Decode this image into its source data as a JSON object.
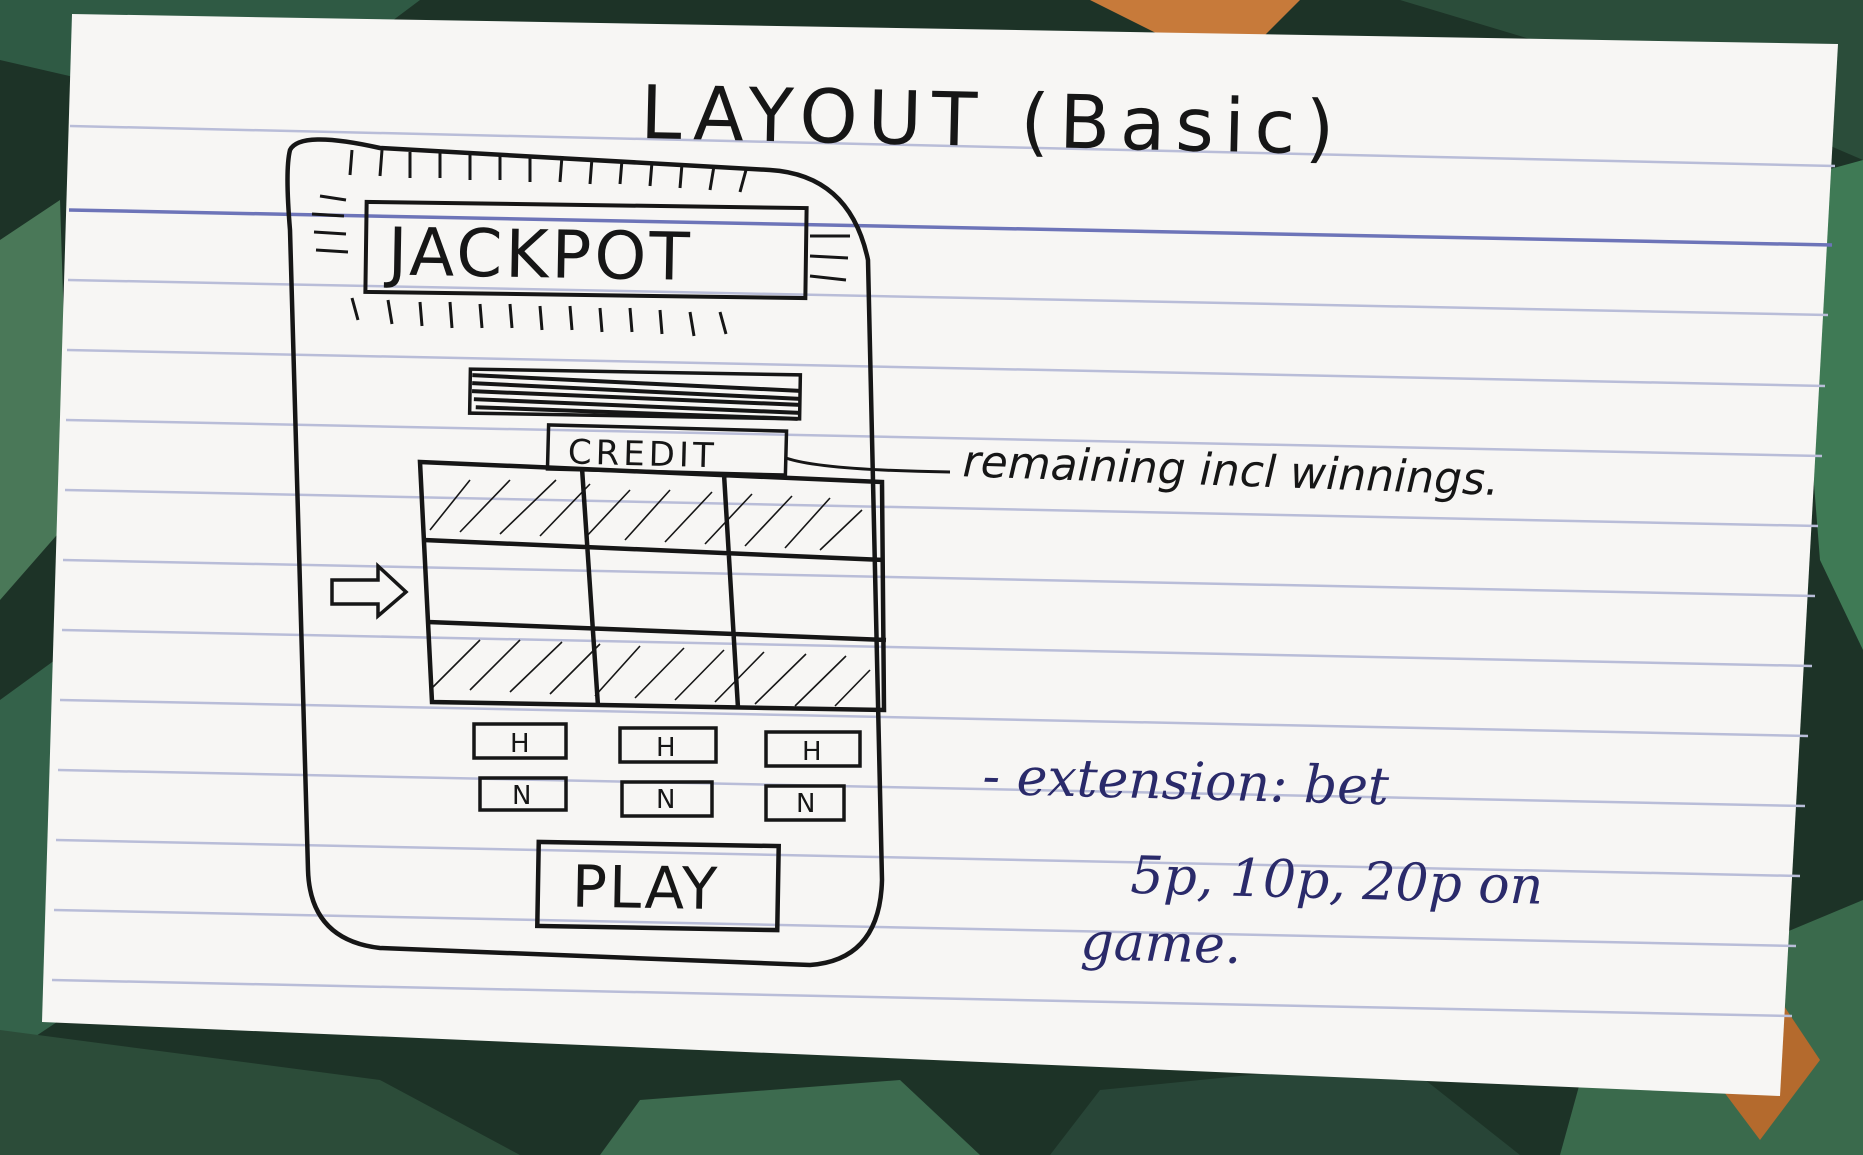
{
  "title": "LAYOUT (Basic)",
  "sketch": {
    "jackpot_label": "JACKPOT",
    "credit_label": "CREDIT",
    "play_label": "PLAY",
    "hold_label": "H",
    "nudge_label": "N",
    "grid_rows": 3,
    "grid_cols": 3
  },
  "annotations": {
    "credit_note": "remaining incl winnings.",
    "extension_line1": "- extension: bet",
    "extension_line2": "5p, 10p, 20p on",
    "extension_line3": "game."
  },
  "colors": {
    "card": "#f7f6f4",
    "ruled_line": "#b9bdd8",
    "header_line": "#6d74b8",
    "pencil": "#161616",
    "blue_ink": "#2a2a6a",
    "background": "#1f3a2e"
  }
}
